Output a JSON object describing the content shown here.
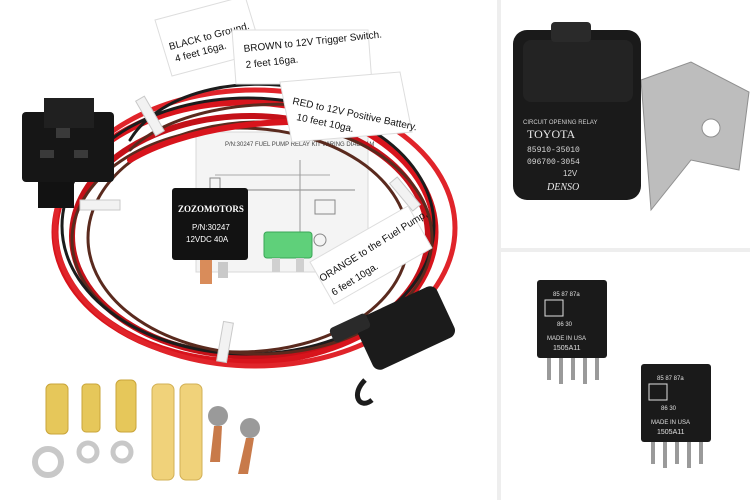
{
  "kit_panel": {
    "tags": {
      "black": {
        "line1": "BLACK to Ground.",
        "line2": "4 feet 16ga."
      },
      "brown": {
        "line1": "BROWN to 12V Trigger Switch.",
        "line2": "2 feet 16ga."
      },
      "red": {
        "line1": "RED to 12V Positive Battery.",
        "line2": "10 feet 10ga."
      },
      "orange": {
        "line1": "ORANGE to the Fuel Pump,",
        "line2": "6 feet 10ga."
      }
    },
    "diagram_title": "P/N:30247 FUEL PUMP RELAY KIT WIRING DIAGRAM",
    "relay": {
      "brand": "ZOZOMOTORS",
      "part": "P/N:30247",
      "rating": "12VDC 40A"
    },
    "colors": {
      "red_wire": "#d8141c",
      "black_wire": "#1c1c1c",
      "brown_wire": "#5a2a1e",
      "orange_wire": "#e06a1a",
      "fuse": "#5fd07a"
    }
  },
  "toyota_relay": {
    "label_top": "CIRCUIT OPENING RELAY",
    "brand": "TOYOTA",
    "part1": "85910-35010",
    "part2": "096700-3054",
    "voltage": "12V",
    "maker": "DENSO"
  },
  "small_relays": [
    {
      "pins": "85 87 87a",
      "pins_bottom": "86   30",
      "made": "MADE IN USA",
      "code": "1505A11"
    },
    {
      "pins": "85 87 87a",
      "pins_bottom": "86   30",
      "made": "MADE IN USA",
      "code": "1505A11"
    }
  ]
}
